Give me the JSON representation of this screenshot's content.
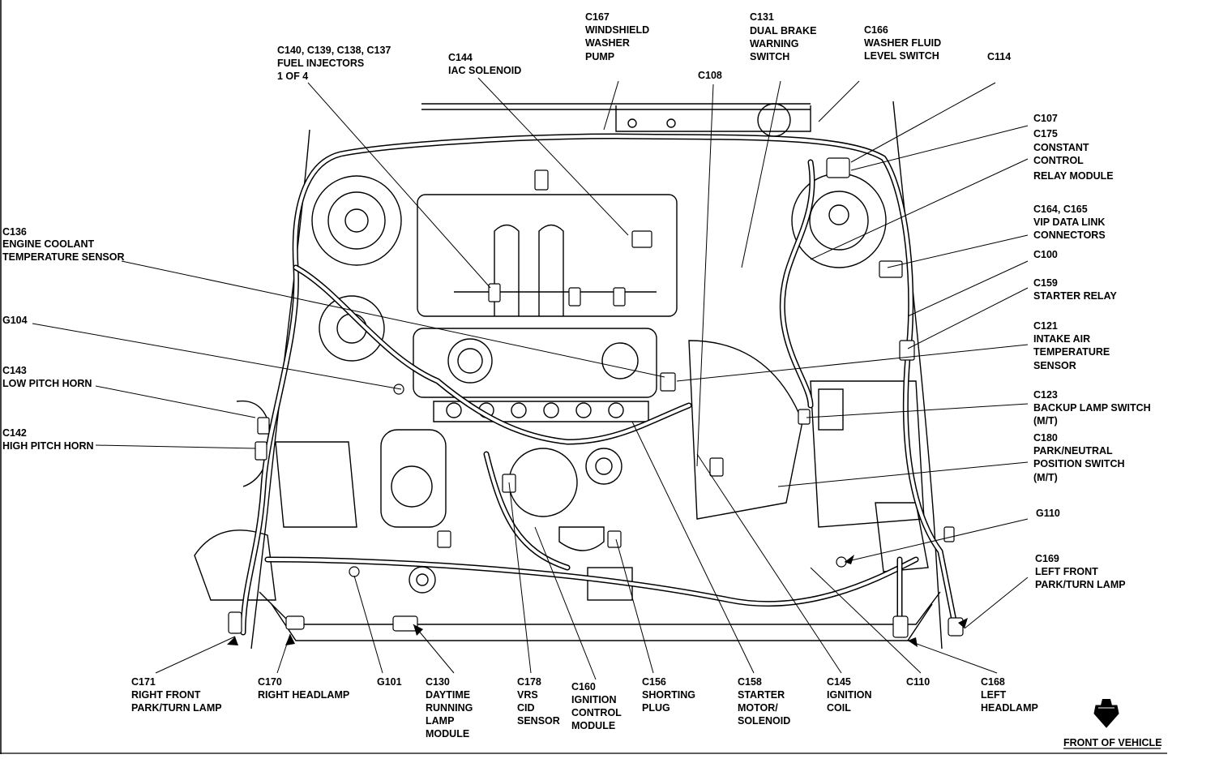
{
  "labels": {
    "c167": [
      "C167",
      "WINDSHIELD",
      "WASHER",
      "PUMP"
    ],
    "c131": [
      "C131",
      "DUAL BRAKE",
      "WARNING",
      "SWITCH"
    ],
    "c166": [
      "C166",
      "WASHER FLUID",
      "LEVEL SWITCH"
    ],
    "c114": [
      "C114"
    ],
    "c140": [
      "C140, C139, C138, C137",
      "FUEL INJECTORS",
      "1 OF 4"
    ],
    "c144": [
      "C144",
      "IAC SOLENOID"
    ],
    "c108": [
      "C108"
    ],
    "c107": [
      "C107"
    ],
    "c175": [
      "C175",
      "CONSTANT",
      "CONTROL",
      "RELAY MODULE"
    ],
    "c164": [
      "C164, C165",
      "VIP DATA LINK",
      "CONNECTORS"
    ],
    "c100": [
      "C100"
    ],
    "c159": [
      "C159",
      "STARTER RELAY"
    ],
    "c121": [
      "C121",
      "INTAKE AIR",
      "TEMPERATURE",
      "SENSOR"
    ],
    "c123": [
      "C123",
      "BACKUP LAMP SWITCH",
      "(M/T)"
    ],
    "c180": [
      "C180",
      "PARK/NEUTRAL",
      "POSITION SWITCH",
      "(M/T)"
    ],
    "g110": [
      "G110"
    ],
    "c169": [
      "C169",
      "LEFT FRONT",
      "PARK/TURN LAMP"
    ],
    "c136": [
      "C136",
      "ENGINE COOLANT",
      "TEMPERATURE SENSOR"
    ],
    "g104": [
      "G104"
    ],
    "c143": [
      "C143",
      "LOW PITCH HORN"
    ],
    "c142": [
      "C142",
      "HIGH PITCH HORN"
    ],
    "c171": [
      "C171",
      "RIGHT FRONT",
      "PARK/TURN LAMP"
    ],
    "c170": [
      "C170",
      "RIGHT HEADLAMP"
    ],
    "g101": [
      "G101"
    ],
    "c130": [
      "C130",
      "DAYTIME",
      "RUNNING",
      "LAMP",
      "MODULE"
    ],
    "c178": [
      "C178",
      "VRS",
      "CID",
      "SENSOR"
    ],
    "c160": [
      "C160",
      "IGNITION",
      "CONTROL",
      "MODULE"
    ],
    "c156": [
      "C156",
      "SHORTING",
      "PLUG"
    ],
    "c158": [
      "C158",
      "STARTER",
      "MOTOR/",
      "SOLENOID"
    ],
    "c145": [
      "C145",
      "IGNITION",
      "COIL"
    ],
    "c110": [
      "C110"
    ],
    "c168": [
      "C168",
      "LEFT",
      "HEADLAMP"
    ]
  },
  "footer": {
    "front_of_vehicle": "FRONT OF VEHICLE"
  },
  "icons": {
    "direction_arrow": "down-arrow-icon"
  }
}
